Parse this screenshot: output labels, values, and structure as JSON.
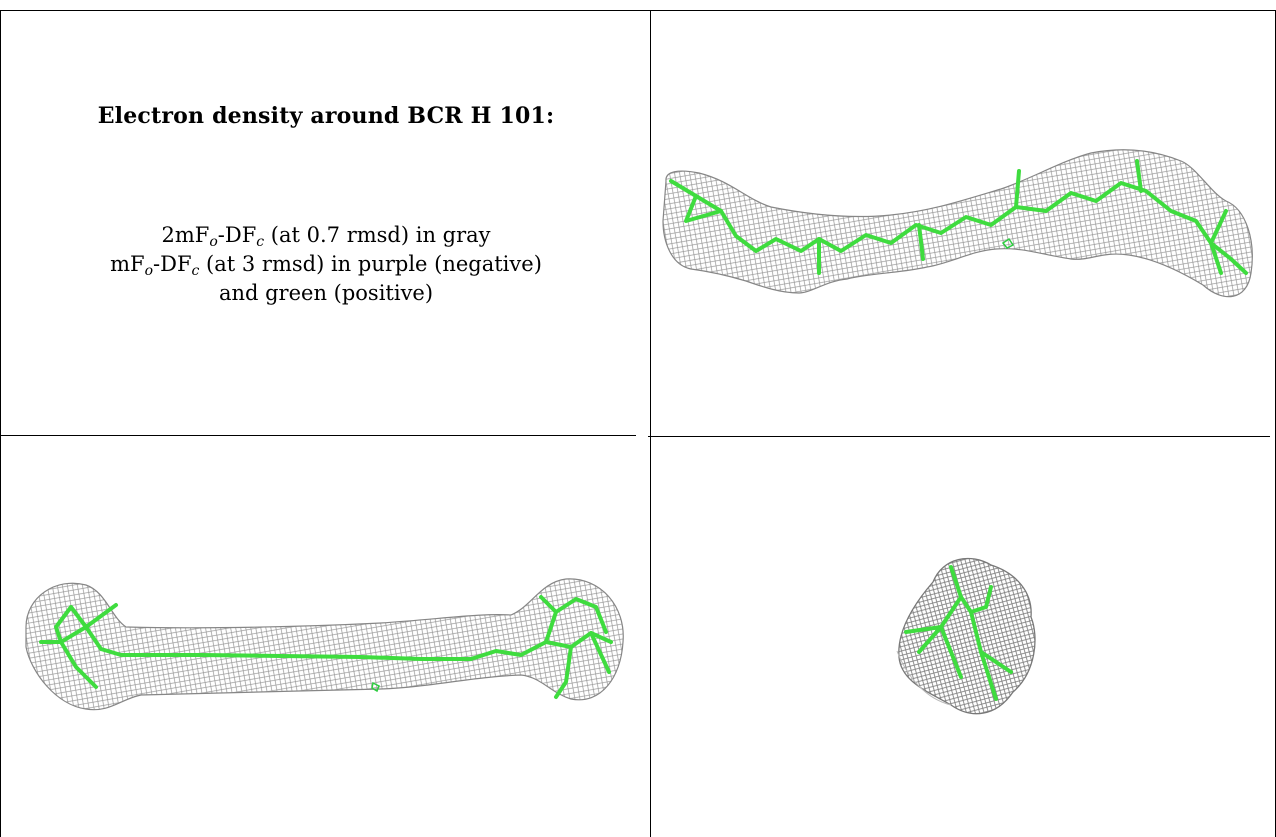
{
  "title": "Electron density around BCR H 101:",
  "legend": {
    "line1_prefix": "2mF",
    "line1_sub1": "o",
    "line1_mid": "-DF",
    "line1_sub2": "c",
    "line1_suffix": " (at 0.7 rmsd) in gray",
    "line2_prefix": "mF",
    "line2_sub1": "o",
    "line2_mid": "-DF",
    "line2_sub2": "c",
    "line2_suffix": " (at 3 rmsd) in purple (negative)",
    "line3": "and green (positive)"
  },
  "colors": {
    "mesh": "#8a8a8a",
    "model": "#3fdc3f",
    "positive": "#2ecc40",
    "negative": "#9b4fc9"
  },
  "views": [
    {
      "name": "view-side-top-right",
      "icon": "density-mesh-icon"
    },
    {
      "name": "view-side-bottom-left",
      "icon": "density-mesh-icon"
    },
    {
      "name": "view-end-bottom-right",
      "icon": "density-mesh-icon"
    }
  ]
}
